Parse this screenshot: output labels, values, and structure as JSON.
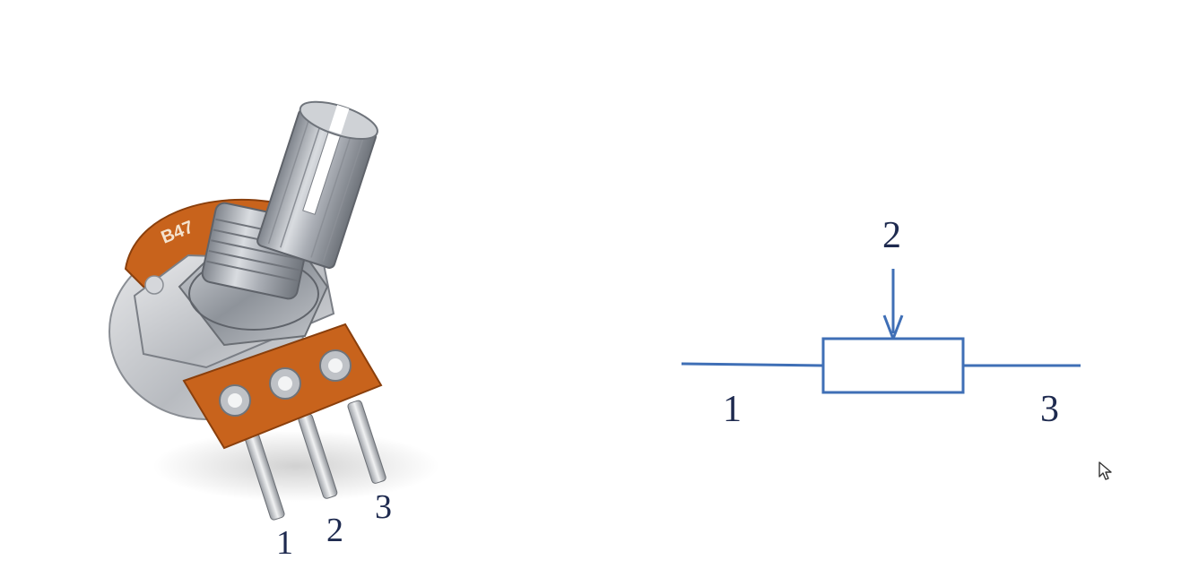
{
  "photo": {
    "body_marking": "B47",
    "pin_labels": [
      "1",
      "2",
      "3"
    ]
  },
  "schematic": {
    "wiper_label": "2",
    "left_label": "1",
    "right_label": "3"
  },
  "colors": {
    "schematic_line": "#3f6fb6",
    "label_text": "#1e2a4f",
    "pcb_brown": "#c8631c",
    "metal": "#b9bcc2"
  },
  "icons": [
    "mouse-cursor-icon"
  ]
}
